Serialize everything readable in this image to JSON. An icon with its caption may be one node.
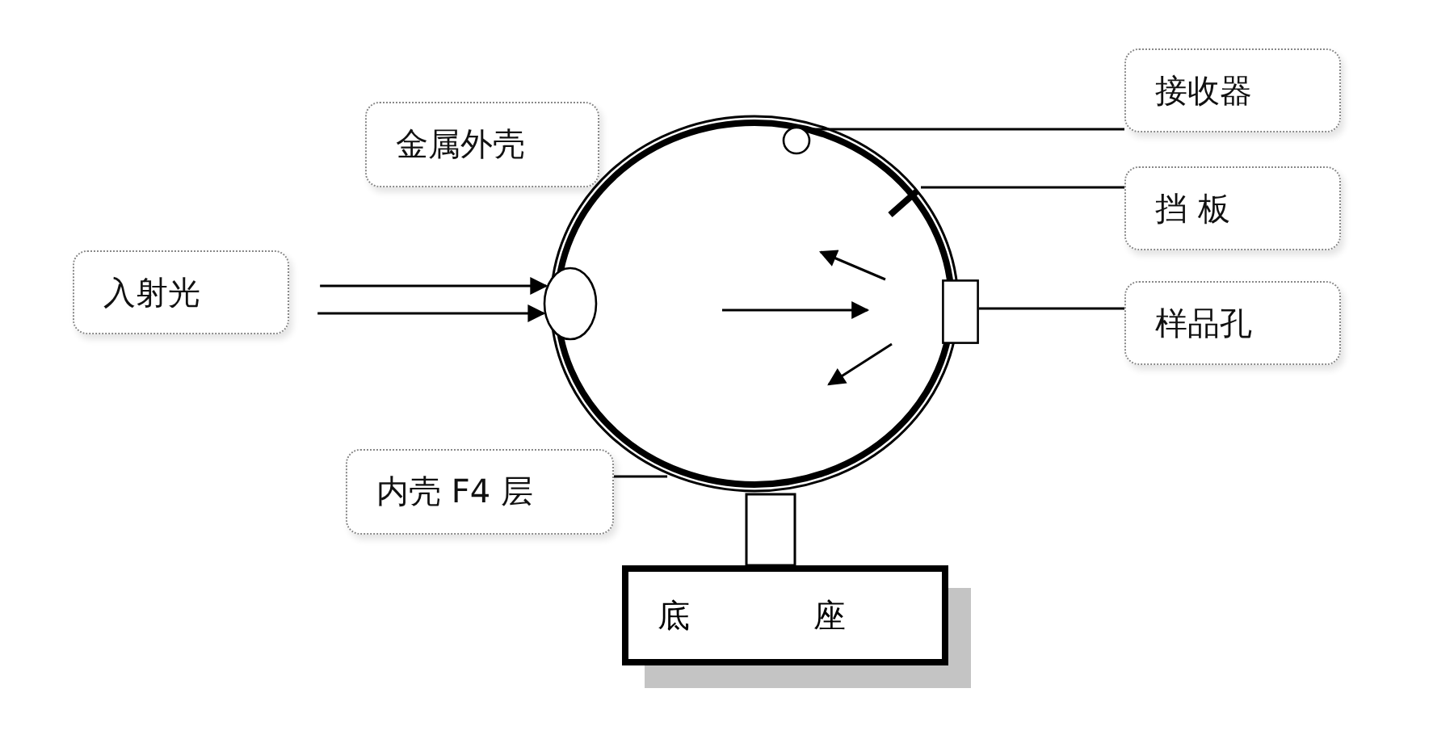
{
  "diagram": {
    "nodes": [
      {
        "text": [
          "入射光"
        ]
      },
      {
        "text": [
          "金属外壳"
        ]
      },
      {
        "text": [
          "内壳 F4 层"
        ]
      },
      {
        "text": [
          "接收器"
        ]
      },
      {
        "text": [
          "挡 板"
        ]
      },
      {
        "text": [
          "样品孔"
        ]
      },
      {
        "text": [
          "底 座"
        ]
      },
      {
        "text": [],
        "shape": "circle"
      },
      {
        "text": [],
        "shape": "circle"
      },
      {
        "text": [],
        "shape": "circle",
        "in": 7
      },
      {
        "text": [],
        "shape": "bar",
        "in": 7
      },
      {
        "text": [],
        "shape": "box"
      }
    ],
    "edges": [
      {
        "from": null,
        "to": 8,
        "arrow": "to"
      },
      {
        "from": null,
        "to": 8,
        "arrow": "to"
      },
      {
        "from": 3,
        "to": 9,
        "arrow": "none"
      },
      {
        "from": 4,
        "to": 10,
        "arrow": "none"
      },
      {
        "from": 5,
        "to": 11,
        "arrow": "none"
      },
      {
        "from": 2,
        "to": 7,
        "arrow": "none"
      }
    ]
  }
}
